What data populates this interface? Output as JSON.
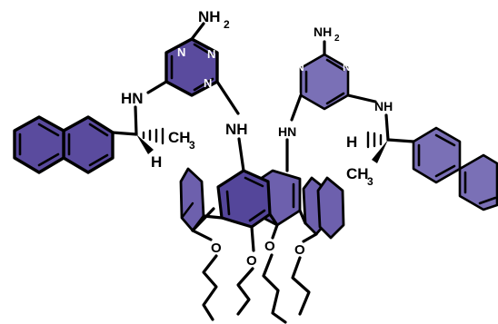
{
  "labels": {
    "nh2": "NH",
    "sub2": "2",
    "n": "N",
    "nh": "NH",
    "hn": "HN",
    "h": "H",
    "ch3": "CH",
    "sub3": "3",
    "o": "O"
  },
  "colors": {
    "ring_dark": "#5a4b9e",
    "ring_light": "#7a70b6",
    "calix": "#6d60ad"
  }
}
